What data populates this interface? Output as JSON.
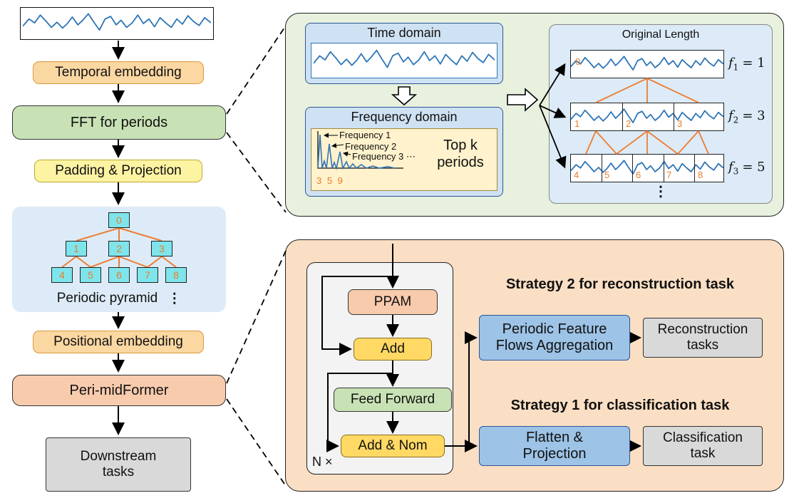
{
  "palette": {
    "accent_orange": "#ED7D31",
    "wave_blue": "#2E75B6",
    "tan": "#FBD7A2",
    "green": "#C8E2B5",
    "yellow": "#FCF3A3",
    "gold": "#FFD964",
    "cyan_node": "#7FE5EC",
    "light_blue_panel": "#DCEBF7",
    "blue_box": "#9DC3E6",
    "salmon": "#F8CBAD",
    "gray_box": "#D9D9D9",
    "panel_green": "#E7F1DE",
    "panel_peach": "#FADFC4"
  },
  "left_flow": {
    "temporal_embedding": "Temporal embedding",
    "fft_for_periods": "FFT for periods",
    "padding_projection": "Padding & Projection",
    "periodic_pyramid_label": "Periodic pyramid",
    "pyramid_dots": "⋮",
    "pyramid_nodes": [
      "0",
      "1",
      "2",
      "3",
      "4",
      "5",
      "6",
      "7",
      "8"
    ],
    "positional_embedding": "Positional embedding",
    "peri_midformer": "Peri-midFormer",
    "downstream_tasks": "Downstream tasks"
  },
  "frequency_panel": {
    "time_domain_title": "Time domain",
    "frequency_domain_title": "Frequency domain",
    "frequency_labels": [
      "Frequency 1",
      "Frequency 2",
      "Frequency 3 ⋯"
    ],
    "top_k": "Top k periods",
    "freq_ticks": "3 5 9",
    "original_length_title": "Original Length",
    "levels": [
      {
        "segments": [
          "0"
        ],
        "f": "f",
        "sub": "1",
        "eq": "= 1"
      },
      {
        "segments": [
          "1",
          "2",
          "3"
        ],
        "f": "f",
        "sub": "2",
        "eq": "= 3"
      },
      {
        "segments": [
          "4",
          "5",
          "6",
          "7",
          "8"
        ],
        "f": "f",
        "sub": "3",
        "eq": "= 5"
      }
    ],
    "dots": "⋮"
  },
  "encoder_panel": {
    "ppam": "PPAM",
    "add": "Add",
    "feed_forward": "Feed Forward",
    "add_nom": "Add & Nom",
    "n_times": "N ×",
    "strategy2_title": "Strategy 2 for reconstruction task",
    "pffa": "Periodic Feature Flows Aggregation",
    "reconstruction_tasks": "Reconstruction tasks",
    "strategy1_title": "Strategy 1 for classification task",
    "flatten_projection": "Flatten & Projection",
    "classification_task": "Classification task"
  }
}
